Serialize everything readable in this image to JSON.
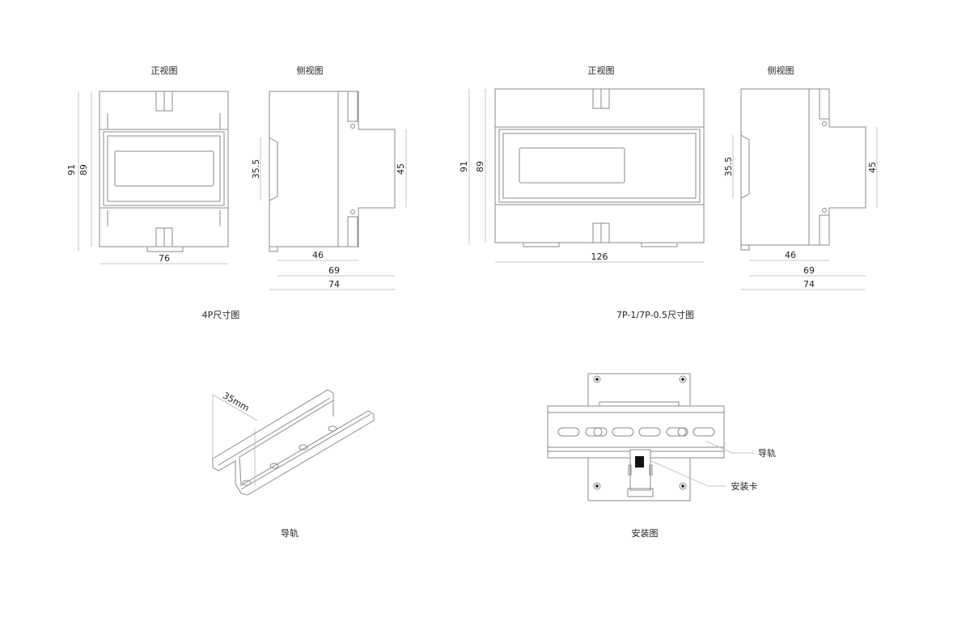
{
  "views": {
    "left_front_title": "正视图",
    "left_side_title": "侧视图",
    "right_front_title": "正视图",
    "right_side_title": "侧视图",
    "left_caption": "4P尺寸图",
    "right_caption": "7P-1/7P-0.5尺寸图"
  },
  "dims_4p": {
    "h_total": "91",
    "h_body": "89",
    "width": "76",
    "rail": "35.5",
    "protrusion": "45",
    "d46": "46",
    "d69": "69",
    "d74": "74"
  },
  "dims_7p": {
    "h_total": "91",
    "h_body": "89",
    "width": "126",
    "rail": "35.5",
    "protrusion": "45",
    "d46": "46",
    "d69": "69",
    "d74": "74"
  },
  "rail": {
    "dim": "35mm",
    "caption": "导轨"
  },
  "install": {
    "rail_label": "导轨",
    "clip_label": "安装卡",
    "caption": "安装图"
  }
}
